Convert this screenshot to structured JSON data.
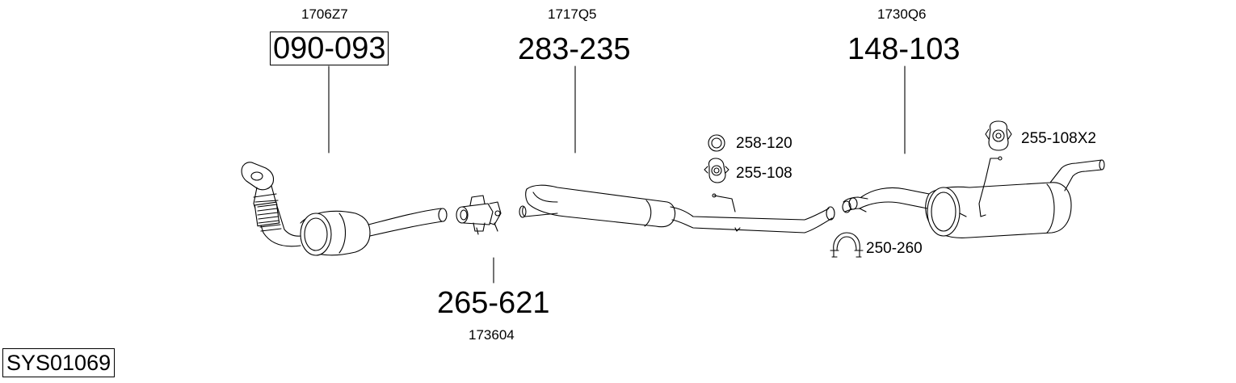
{
  "diagram_id": "SYS01069",
  "callouts": [
    {
      "ref": "1706Z7",
      "part": "090-093",
      "boxed": true
    },
    {
      "ref": "1717Q5",
      "part": "283-235",
      "boxed": false
    },
    {
      "ref": "1730Q6",
      "part": "148-103",
      "boxed": false
    },
    {
      "ref": "173604",
      "part": "265-621",
      "boxed": false
    }
  ],
  "small_parts": [
    {
      "part": "258-120",
      "icon": "ring-gasket-icon"
    },
    {
      "part": "255-108",
      "icon": "rubber-mount-icon"
    },
    {
      "part": "250-260",
      "icon": "u-clamp-icon"
    },
    {
      "part": "255-108X2",
      "icon": "rubber-mount-icon"
    }
  ]
}
